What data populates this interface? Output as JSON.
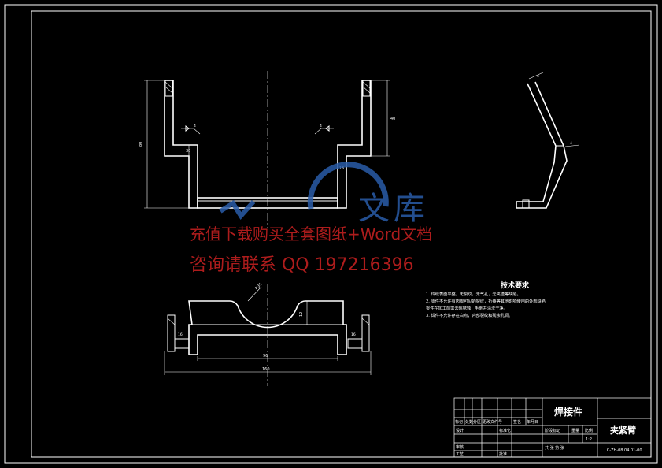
{
  "watermark": {
    "line1": "充值下载购买全套图纸+Word文档",
    "line2": "咨询请联系 QQ 197216396",
    "logo_char_1": "文",
    "logo_char_2": "库",
    "line1_color": "#cc2222",
    "line2_color": "#cc2222",
    "logo_color": "#2a5ca8"
  },
  "dimensions": {
    "front_height": "80",
    "front_top_offset": "16",
    "front_right_height": "40",
    "front_inner_height": "30",
    "front_weld_left": "4",
    "front_weld_right": "4",
    "bottom_radius": "R35",
    "bottom_depth": "12",
    "bottom_inner_width": "96",
    "bottom_total_width": "160",
    "bottom_small_1": "16",
    "bottom_small_2": "16",
    "side_weld_top": "4",
    "side_weld_bottom": "4"
  },
  "tech_requirements": {
    "title": "技术要求",
    "items": [
      "1. 焊缝表面平整，无裂纹，无气孔，无夹渣等缺陷。",
      "2. 零件不允许有肉眼可见的裂纹，折叠等其他影响使用的外部缺陷",
      "   零件在加工前需去除锈蚀，毛刺并清洗干净。",
      "3. 焊件不允许存在白点，内部裂纹和残余孔洞。"
    ]
  },
  "title_block": {
    "part_type": "焊接件",
    "part_name": "夹紧臂",
    "drawing_number": "LC-ZH-08.04.01-00",
    "scale": "1:2",
    "weight": "",
    "stage_label": "阶段标记",
    "weight_label": "重量",
    "scale_label": "比例",
    "sheet_label": "共 张  第 张",
    "row_labels": [
      "标记",
      "处数",
      "分区",
      "更改文件号",
      "签名",
      "年月日"
    ],
    "designer_label": "设计",
    "std_label": "标准化",
    "checker_label": "审核",
    "process_label": "工艺",
    "approve_label": "批准"
  }
}
